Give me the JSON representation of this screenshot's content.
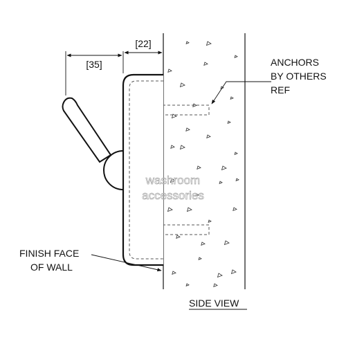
{
  "dimensions": {
    "projection": "[35]",
    "depth": "[22]"
  },
  "callouts": {
    "anchors_line1": "ANCHORS",
    "anchors_line2": "BY OTHERS",
    "anchors_line3": "REF",
    "wall_line1": "FINISH FACE",
    "wall_line2": "OF WALL"
  },
  "view_title": "SIDE VIEW",
  "watermark": {
    "line1": "washroom",
    "line2": "accessories"
  },
  "colors": {
    "line": "#111111",
    "hidden_line": "#555555",
    "watermark_outline": "#9a9a9a"
  }
}
